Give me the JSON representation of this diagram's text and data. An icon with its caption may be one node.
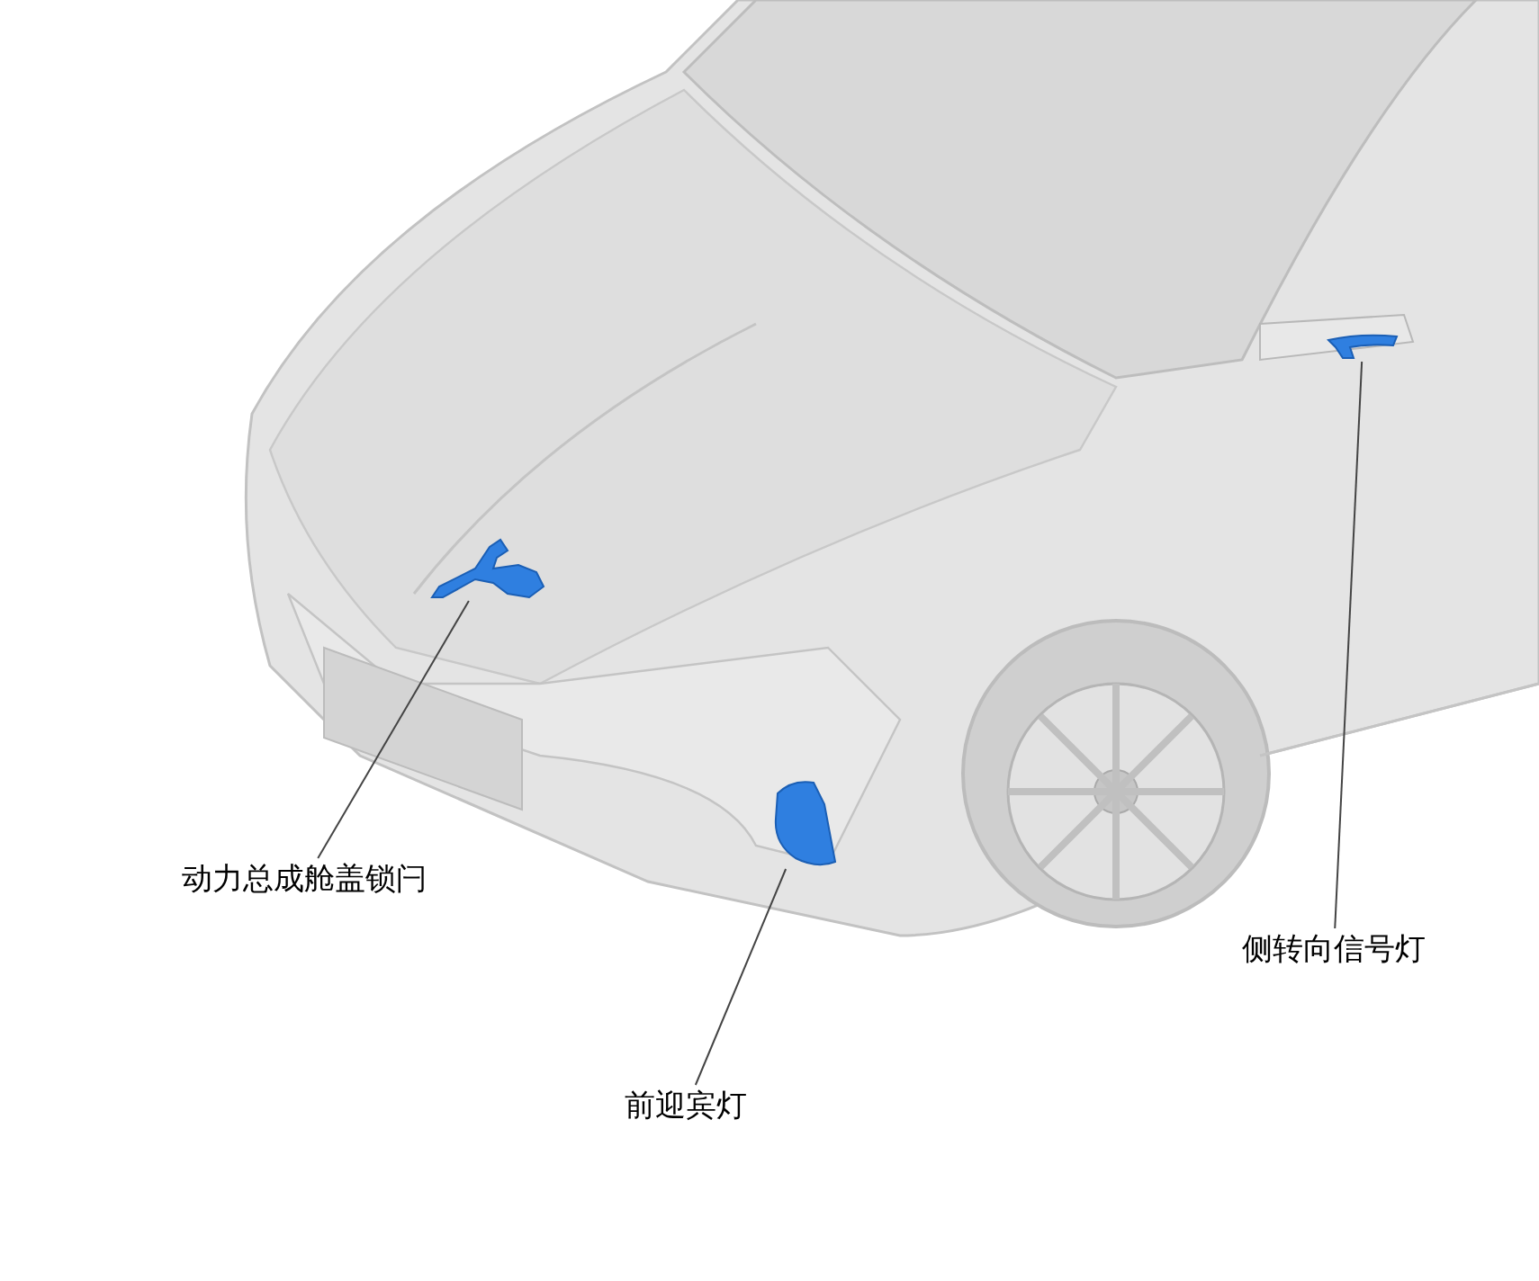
{
  "diagram": {
    "nodes": [
      {
        "text": [
          "动力总成舱盖锁闩"
        ]
      },
      {
        "text": [
          "前迎宾灯"
        ]
      },
      {
        "text": [
          "侧转向信号灯"
        ]
      },
      {
        "text": [],
        "shape": "picture"
      },
      {
        "text": [],
        "shape": "picture"
      },
      {
        "text": [],
        "shape": "picture"
      }
    ],
    "edges": [
      {
        "from": 0,
        "to": 3,
        "arrow": "none"
      },
      {
        "from": 1,
        "to": 4,
        "arrow": "none"
      },
      {
        "from": 2,
        "to": 5,
        "arrow": "none"
      }
    ]
  }
}
